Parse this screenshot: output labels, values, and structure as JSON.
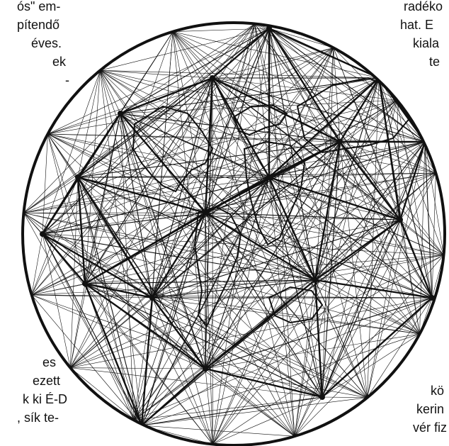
{
  "text_left_top": [
    "ós\" em-",
    "pítendő",
    "éves.",
    "ek",
    "-"
  ],
  "text_right_top": [
    "radéko",
    "hat.  E",
    "kiala",
    "te"
  ],
  "text_left_bottom": [
    "es",
    "ezett",
    "k ki É-D",
    ", sík te-"
  ],
  "text_right_bottom": [
    "kö",
    "kerin",
    "vér fiz"
  ],
  "colors": {
    "ink": "#111111",
    "paper": "#ffffff"
  },
  "figure": {
    "name": "globe-geodesic-grid-illustration",
    "icon": "globe-icon"
  }
}
